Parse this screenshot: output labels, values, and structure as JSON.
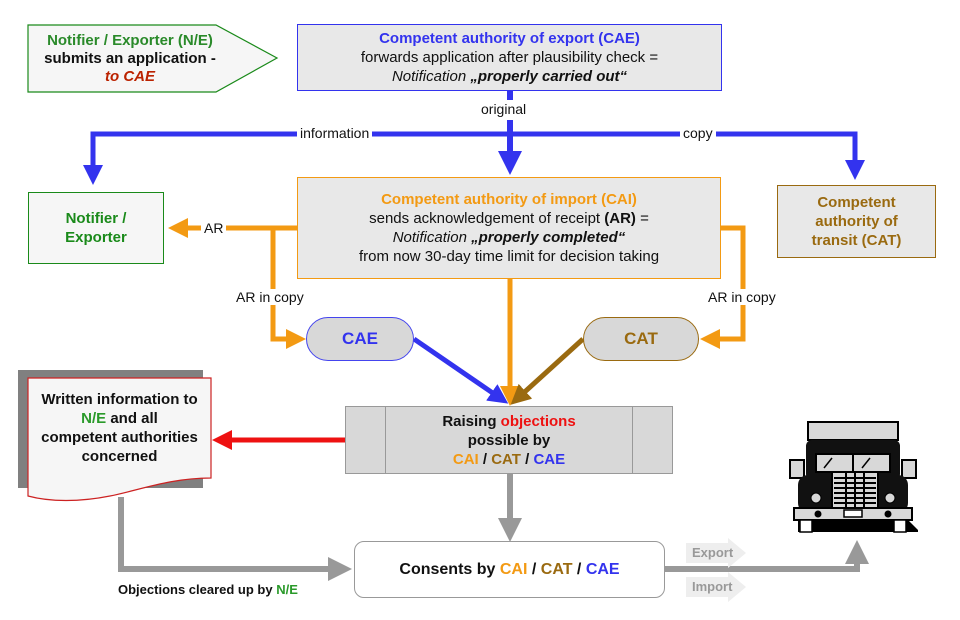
{
  "colors": {
    "green": "#1a8a1a",
    "blue": "#3333ee",
    "orange": "#f39a13",
    "brown": "#9a6a10",
    "red": "#ee1111",
    "gray_arrow": "#999999",
    "dark_red": "#bb2200"
  },
  "notifier_application": {
    "line1": "Notifier / Exporter (N/E)",
    "line2": "submits an application -",
    "line3": "to CAE"
  },
  "cae_box": {
    "title": "Competent authority of export (CAE)",
    "line2": "forwards application after plausibility check =",
    "line3_prefix": "Notification ",
    "line3_bold": "„properly carried out“"
  },
  "flow_labels": {
    "original": "original",
    "information": "information",
    "copy": "copy",
    "ar": "AR",
    "ar_in_copy_left": "AR in copy",
    "ar_in_copy_right": "AR in copy"
  },
  "cai_box": {
    "title": "Competent authority of import (CAI)",
    "line2_prefix": "sends acknowledgement of receipt ",
    "line2_bold": "(AR)",
    "line2_suffix": " =",
    "line3_prefix": "Notification ",
    "line3_bold": "„properly completed“",
    "line4": "from now 30-day time limit for decision taking"
  },
  "notifier_box": {
    "line1": "Notifier /",
    "line2": "Exporter"
  },
  "cat_box": {
    "line1": "Competent",
    "line2": "authority of",
    "line3": "transit (CAT)"
  },
  "pills": {
    "cae": "CAE",
    "cat": "CAT"
  },
  "objections_box": {
    "line1_prefix": "Raising ",
    "line1_red": "objections",
    "line2": "possible by",
    "cai": "CAI",
    "cat": "CAT",
    "cae": "CAE",
    "sep": " / "
  },
  "written_info": {
    "line1": "Written information to",
    "line2_green": "N/E",
    "line2_suffix": " and all",
    "line3": "competent authorities",
    "line4": "concerned"
  },
  "consents_box": {
    "prefix": "Consents by ",
    "cai": "CAI",
    "cat": "CAT",
    "cae": "CAE",
    "sep": " / "
  },
  "cleared": {
    "prefix": "Objections cleared up by ",
    "green": "N/E"
  },
  "tags": {
    "export": "Export",
    "import": "Import"
  },
  "images": {
    "truck": "truck-front-icon"
  }
}
